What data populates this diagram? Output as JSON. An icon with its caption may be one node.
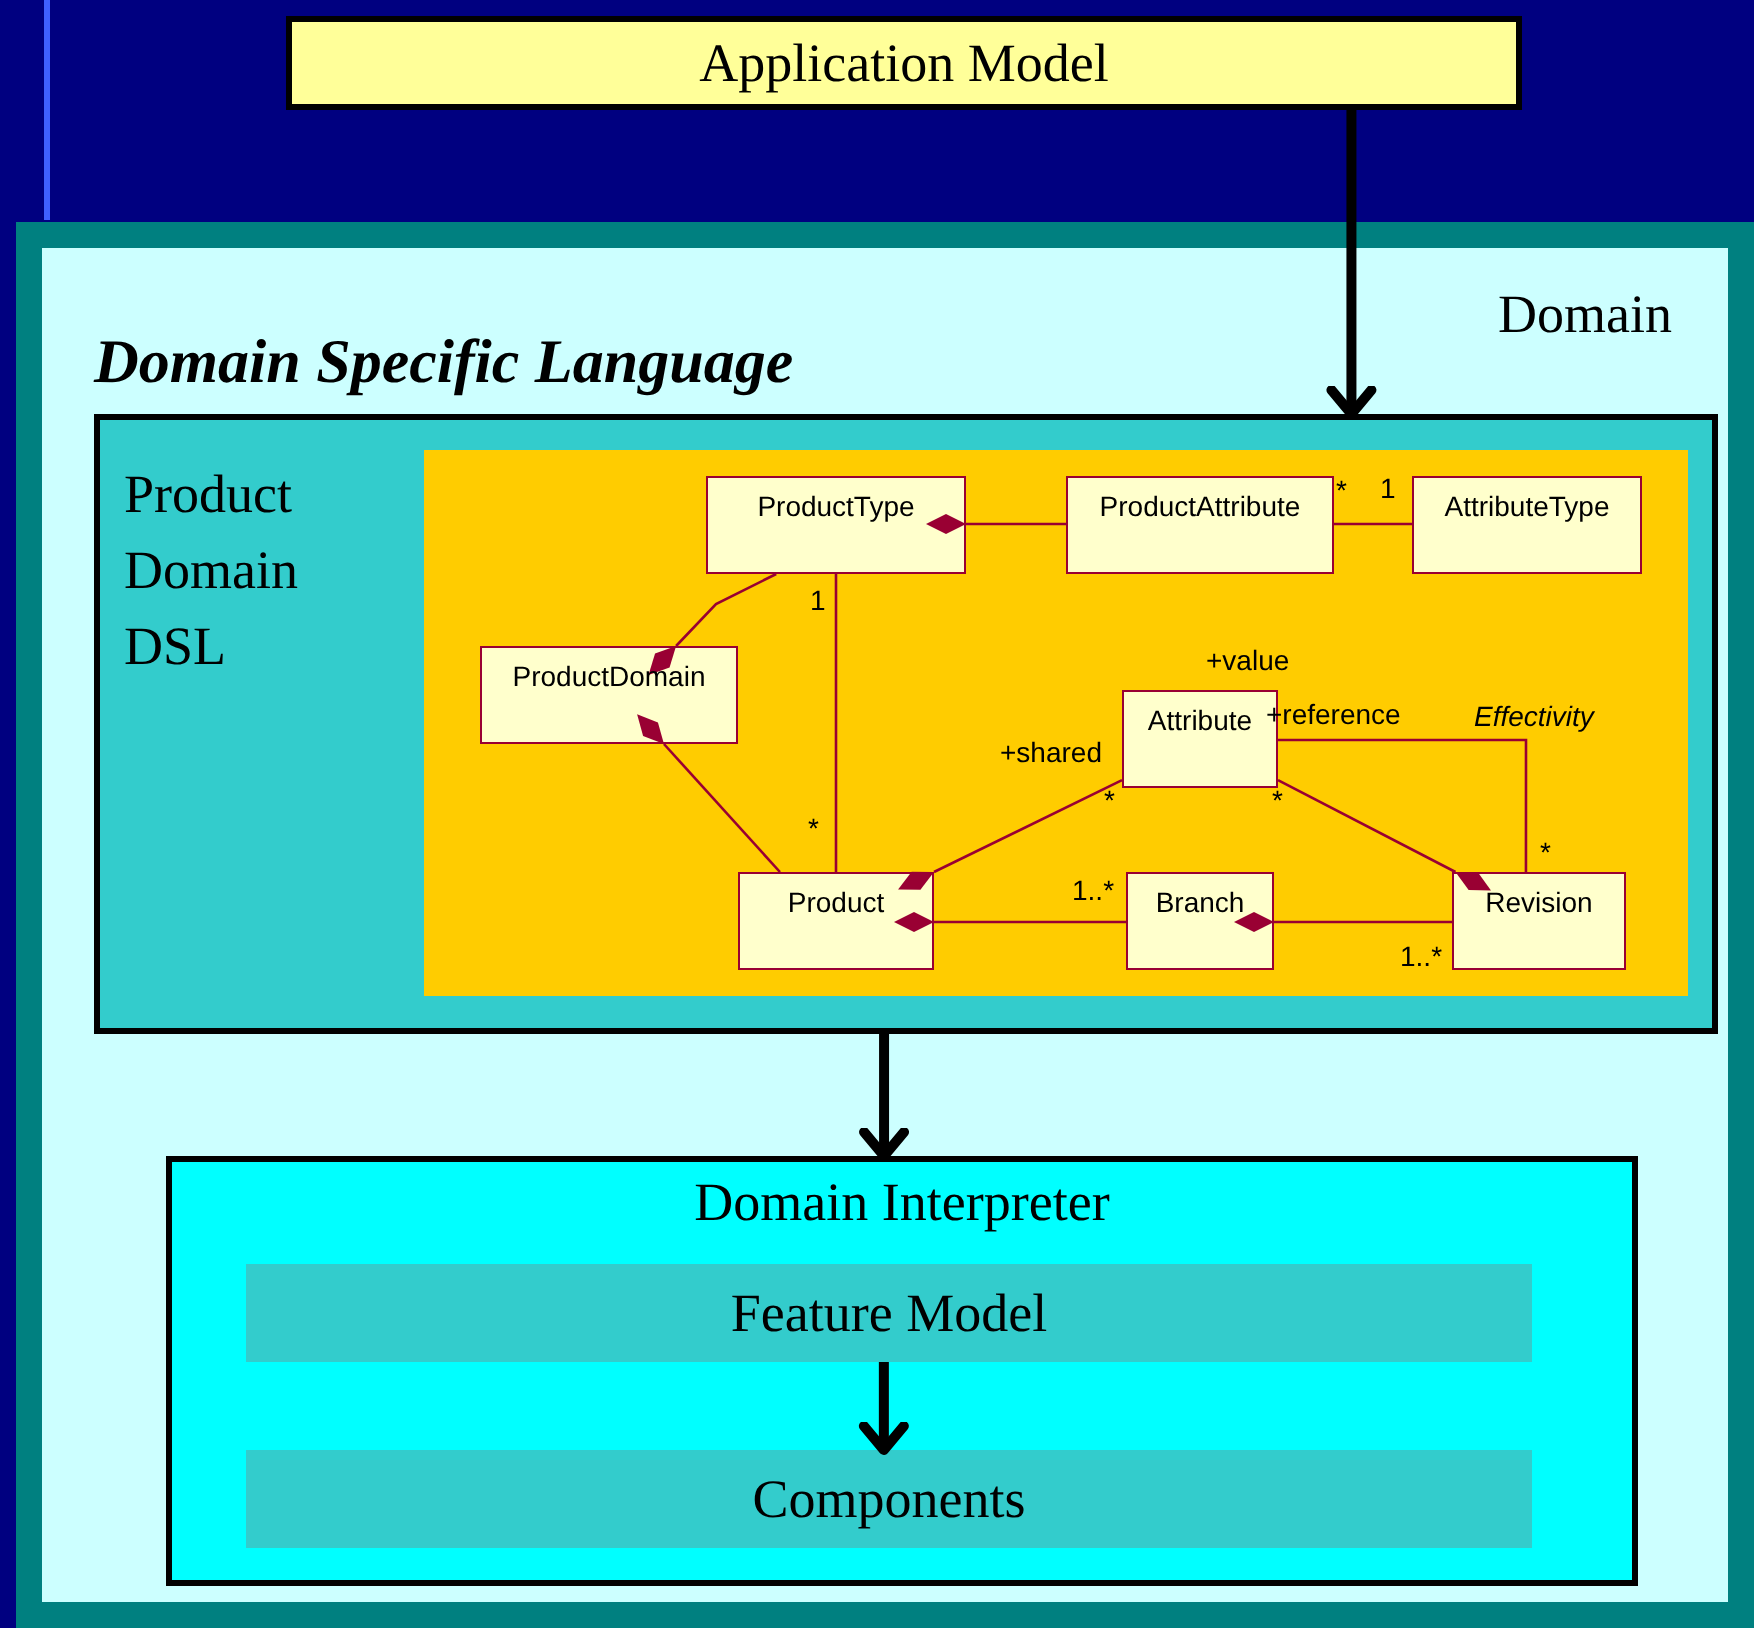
{
  "diagram": {
    "nodes": [
      {
        "text": [
          "Application Model"
        ]
      },
      {
        "text": [
          "Domain"
        ]
      },
      {
        "text": [
          "Domain Specific Language",
          "Product Domain DSL"
        ],
        "in": 1
      },
      {
        "text": [],
        "shape": "box",
        "in": 2
      },
      {
        "text": [
          "ProductType"
        ],
        "in": 3
      },
      {
        "text": [
          "ProductAttribute"
        ],
        "in": 3
      },
      {
        "text": [
          "AttributeType"
        ],
        "in": 3
      },
      {
        "text": [
          "ProductDomain"
        ],
        "in": 3
      },
      {
        "text": [
          "Attribute"
        ],
        "in": 3
      },
      {
        "text": [
          "Product"
        ],
        "in": 3
      },
      {
        "text": [
          "Branch"
        ],
        "in": 3
      },
      {
        "text": [
          "Revision"
        ],
        "in": 3
      },
      {
        "text": [
          "Domain Interpreter"
        ],
        "in": 1
      },
      {
        "text": [
          "Feature Model"
        ],
        "in": 12
      },
      {
        "text": [
          "Components"
        ],
        "in": 12
      }
    ],
    "edges": [
      {
        "from": 0,
        "to": 2,
        "arrow": "to",
        "style": "thick",
        "color": "#000000"
      },
      {
        "from": 2,
        "to": 12,
        "arrow": "to",
        "style": "thick",
        "color": "#000000"
      },
      {
        "from": 13,
        "to": 14,
        "arrow": "to",
        "style": "thick",
        "color": "#000000"
      },
      {
        "from": 4,
        "to": 5,
        "arrow": "other"
      },
      {
        "from": 5,
        "to": 6,
        "arrow": "none"
      },
      {
        "from": 7,
        "to": 4,
        "arrow": "other"
      },
      {
        "from": 4,
        "to": 9,
        "arrow": "none"
      },
      {
        "from": 7,
        "to": 9,
        "arrow": "other"
      },
      {
        "from": 9,
        "to": 8,
        "arrow": "other"
      },
      {
        "from": 11,
        "to": 8,
        "arrow": "other"
      },
      {
        "from": 8,
        "to": 11,
        "arrow": "none",
        "label": "Effectivity"
      },
      {
        "from": 9,
        "to": 10,
        "arrow": "other"
      },
      {
        "from": 10,
        "to": 11,
        "arrow": "other"
      }
    ],
    "labels": [
      "*",
      "1",
      "1",
      "+value",
      "+reference",
      "+shared",
      "*",
      "*",
      "*",
      "*",
      "1..*",
      "1..*"
    ]
  }
}
